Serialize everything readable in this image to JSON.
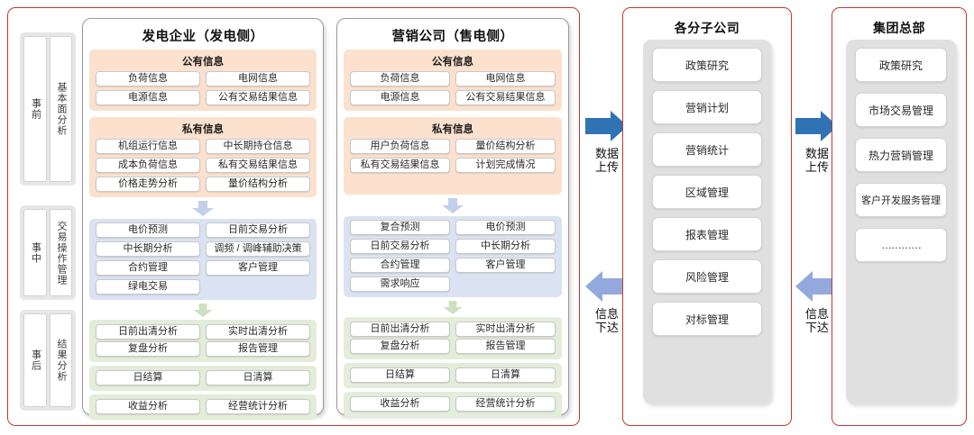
{
  "stage_rail": [
    {
      "phase": "事前",
      "topic": "基本面分析"
    },
    {
      "phase": "事中",
      "topic": "交易操作管理"
    },
    {
      "phase": "事后",
      "topic": "结果分析"
    }
  ],
  "columns": [
    {
      "id": "generation",
      "title": "发电企业（发电侧）",
      "groups": [
        {
          "kind": "peach",
          "title": "公有信息",
          "items": [
            "负荷信息",
            "电网信息",
            "电源信息",
            "公有交易结果信息"
          ]
        },
        {
          "kind": "peach",
          "title": "私有信息",
          "items": [
            "机组运行信息",
            "中长期持仓信息",
            "成本负荷信息",
            "私有交易结果信息",
            "价格走势分析",
            "量价结构分析"
          ]
        },
        {
          "kind": "blue",
          "title": "",
          "items": [
            "电价预测",
            "日前交易分析",
            "中长期分析",
            "调频 / 调峰辅助决策",
            "合约管理",
            "客户管理",
            "绿电交易"
          ]
        },
        {
          "kind": "green",
          "title": "",
          "items": [
            "日前出清分析",
            "实时出清分析",
            "复盘分析",
            "报告管理"
          ]
        },
        {
          "kind": "green",
          "title": "",
          "items": [
            "日结算",
            "日清算"
          ]
        },
        {
          "kind": "green",
          "title": "",
          "items": [
            "收益分析",
            "经营统计分析"
          ]
        }
      ]
    },
    {
      "id": "marketing",
      "title": "营销公司（售电侧）",
      "groups": [
        {
          "kind": "peach",
          "title": "公有信息",
          "items": [
            "负荷信息",
            "电网信息",
            "电源信息",
            "公有交易结果信息"
          ]
        },
        {
          "kind": "peach",
          "title": "私有信息",
          "items": [
            "用户负荷信息",
            "量价结构分析",
            "私有交易结果信息",
            "计划完成情况"
          ]
        },
        {
          "kind": "blue",
          "title": "",
          "items": [
            "复合预测",
            "电价预测",
            "日前交易分析",
            "中长期分析",
            "合约管理",
            "客户管理",
            "需求响应"
          ]
        },
        {
          "kind": "green",
          "title": "",
          "items": [
            "日前出清分析",
            "实时出清分析",
            "复盘分析",
            "报告管理"
          ]
        },
        {
          "kind": "green",
          "title": "",
          "items": [
            "日结算",
            "日清算"
          ]
        },
        {
          "kind": "green",
          "title": "",
          "items": [
            "收益分析",
            "经营统计分析"
          ]
        }
      ]
    }
  ],
  "subsidiary": {
    "title": "各分子公司",
    "items": [
      "政策研究",
      "营销计划",
      "营销统计",
      "区域管理",
      "报表管理",
      "风险管理",
      "对标管理"
    ]
  },
  "headquarters": {
    "title": "集团总部",
    "items": [
      "政策研究",
      "市场交易管理",
      "热力营销管理",
      "客户开发服务管理",
      "…………"
    ]
  },
  "connectors": [
    {
      "id": "conn-left",
      "up_label": "数据\n上传",
      "down_label": "信息\n下达"
    },
    {
      "id": "conn-right",
      "up_label": "数据\n上传",
      "down_label": "信息\n下达"
    }
  ],
  "connector_labels": {
    "upload_line1": "数据",
    "upload_line2": "上传",
    "deliver_line1": "信息",
    "deliver_line2": "下达"
  },
  "colors": {
    "panel_border": "#c0392b",
    "peach": "#fbe1ce",
    "blue": "#dbe3f2",
    "green": "#e3edda",
    "arrow_blue_dark": "#2f73b5",
    "arrow_blue_light": "#93a9dd",
    "rail_bg": "#e6e6e6",
    "stack_bg": "#e0e0e0"
  }
}
